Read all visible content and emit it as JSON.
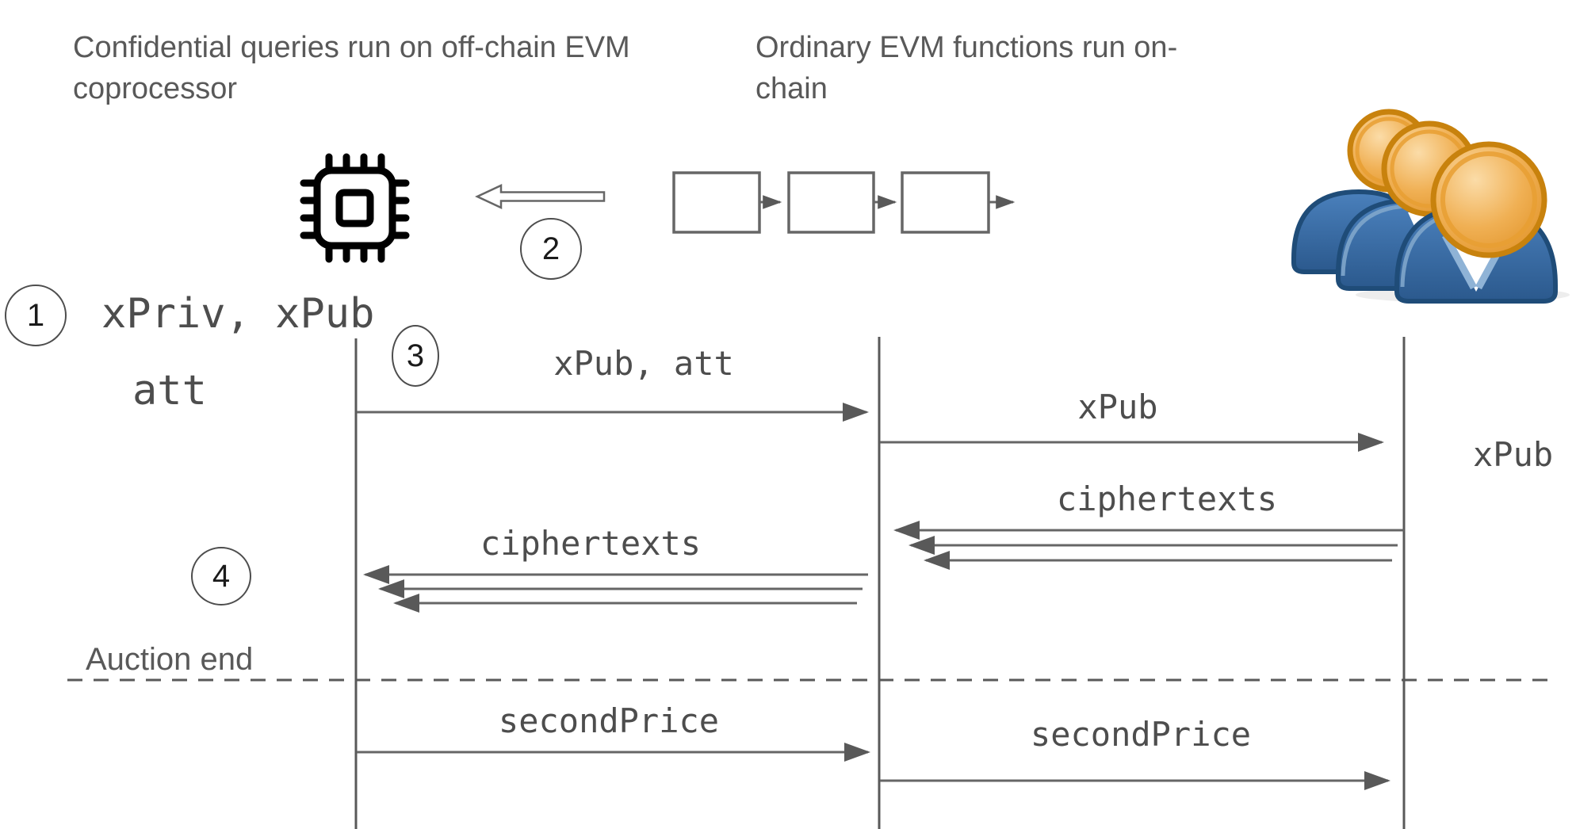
{
  "diagram": {
    "titles": {
      "offchain": "Confidential queries run on off-chain EVM coprocessor",
      "onchain": "Ordinary EVM functions run on-chain"
    },
    "steps": {
      "s1": "1",
      "s2": "2",
      "s3": "3",
      "s4": "4"
    },
    "labels": {
      "key_gen": "xPriv, xPub",
      "attestation": "att",
      "xpub_att": "xPub, att",
      "xpub_to_chain": "xPub",
      "xpub_at_users": "xPub",
      "ciphertexts_from_users": "ciphertexts",
      "ciphertexts_to_coprocessor": "ciphertexts",
      "auction_end": "Auction end",
      "second_price_from_coprocessor": "secondPrice",
      "second_price_on_chain": "secondPrice"
    },
    "icons": {
      "coprocessor": "cpu-chip-icon",
      "chain": "blockchain-blocks-icon",
      "users": "users-group-icon",
      "step2_arrow": "left-block-arrow-icon"
    },
    "colors": {
      "text": "#595959",
      "line": "#666666",
      "chip": "#000000",
      "head_orange": "#EDA93F",
      "body_blue": "#3670AC"
    }
  }
}
